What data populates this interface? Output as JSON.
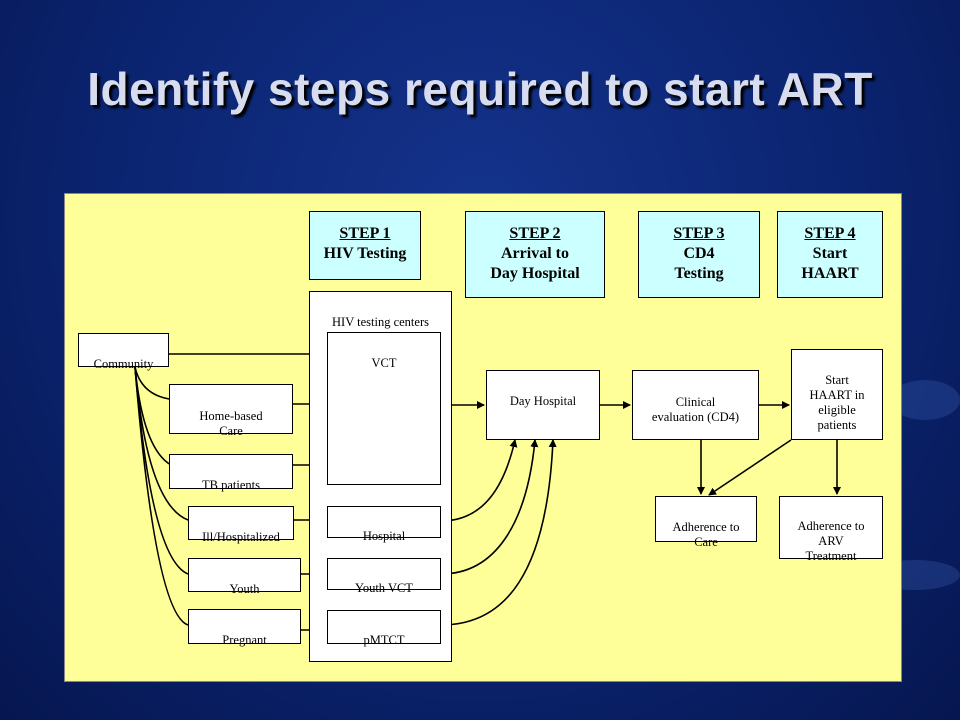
{
  "slide": {
    "title": "Identify steps required to start ART"
  },
  "steps": [
    {
      "heading": "STEP 1",
      "label": "HIV Testing"
    },
    {
      "heading": "STEP 2",
      "label": "Arrival to\nDay Hospital"
    },
    {
      "heading": "STEP 3",
      "label": "CD4\nTesting"
    },
    {
      "heading": "STEP 4",
      "label": "Start\nHAART"
    }
  ],
  "sources": {
    "community": "Community",
    "home_based_care": "Home-based\nCare",
    "tb_patients": "TB patients",
    "ill_hospitalized": "Ill/Hospitalized",
    "youth": "Youth",
    "pregnant": "Pregnant"
  },
  "testing_centers": {
    "title": "HIV testing centers",
    "vct": "VCT",
    "hospital": "Hospital",
    "youth_vct": "Youth VCT",
    "pmtct": "pMTCT"
  },
  "flow": {
    "day_hospital": "Day Hospital",
    "clinical_evaluation": "Clinical\nevaluation (CD4)",
    "start_haart": "Start\nHAART in\neligible\npatients",
    "adherence_care": "Adherence to\nCare",
    "adherence_arv": "Adherence to\nARV\nTreatment"
  },
  "colors": {
    "canvas": "#ffff99",
    "step_fill": "#ccffff",
    "box_fill": "#ffffff",
    "line": "#000000"
  }
}
